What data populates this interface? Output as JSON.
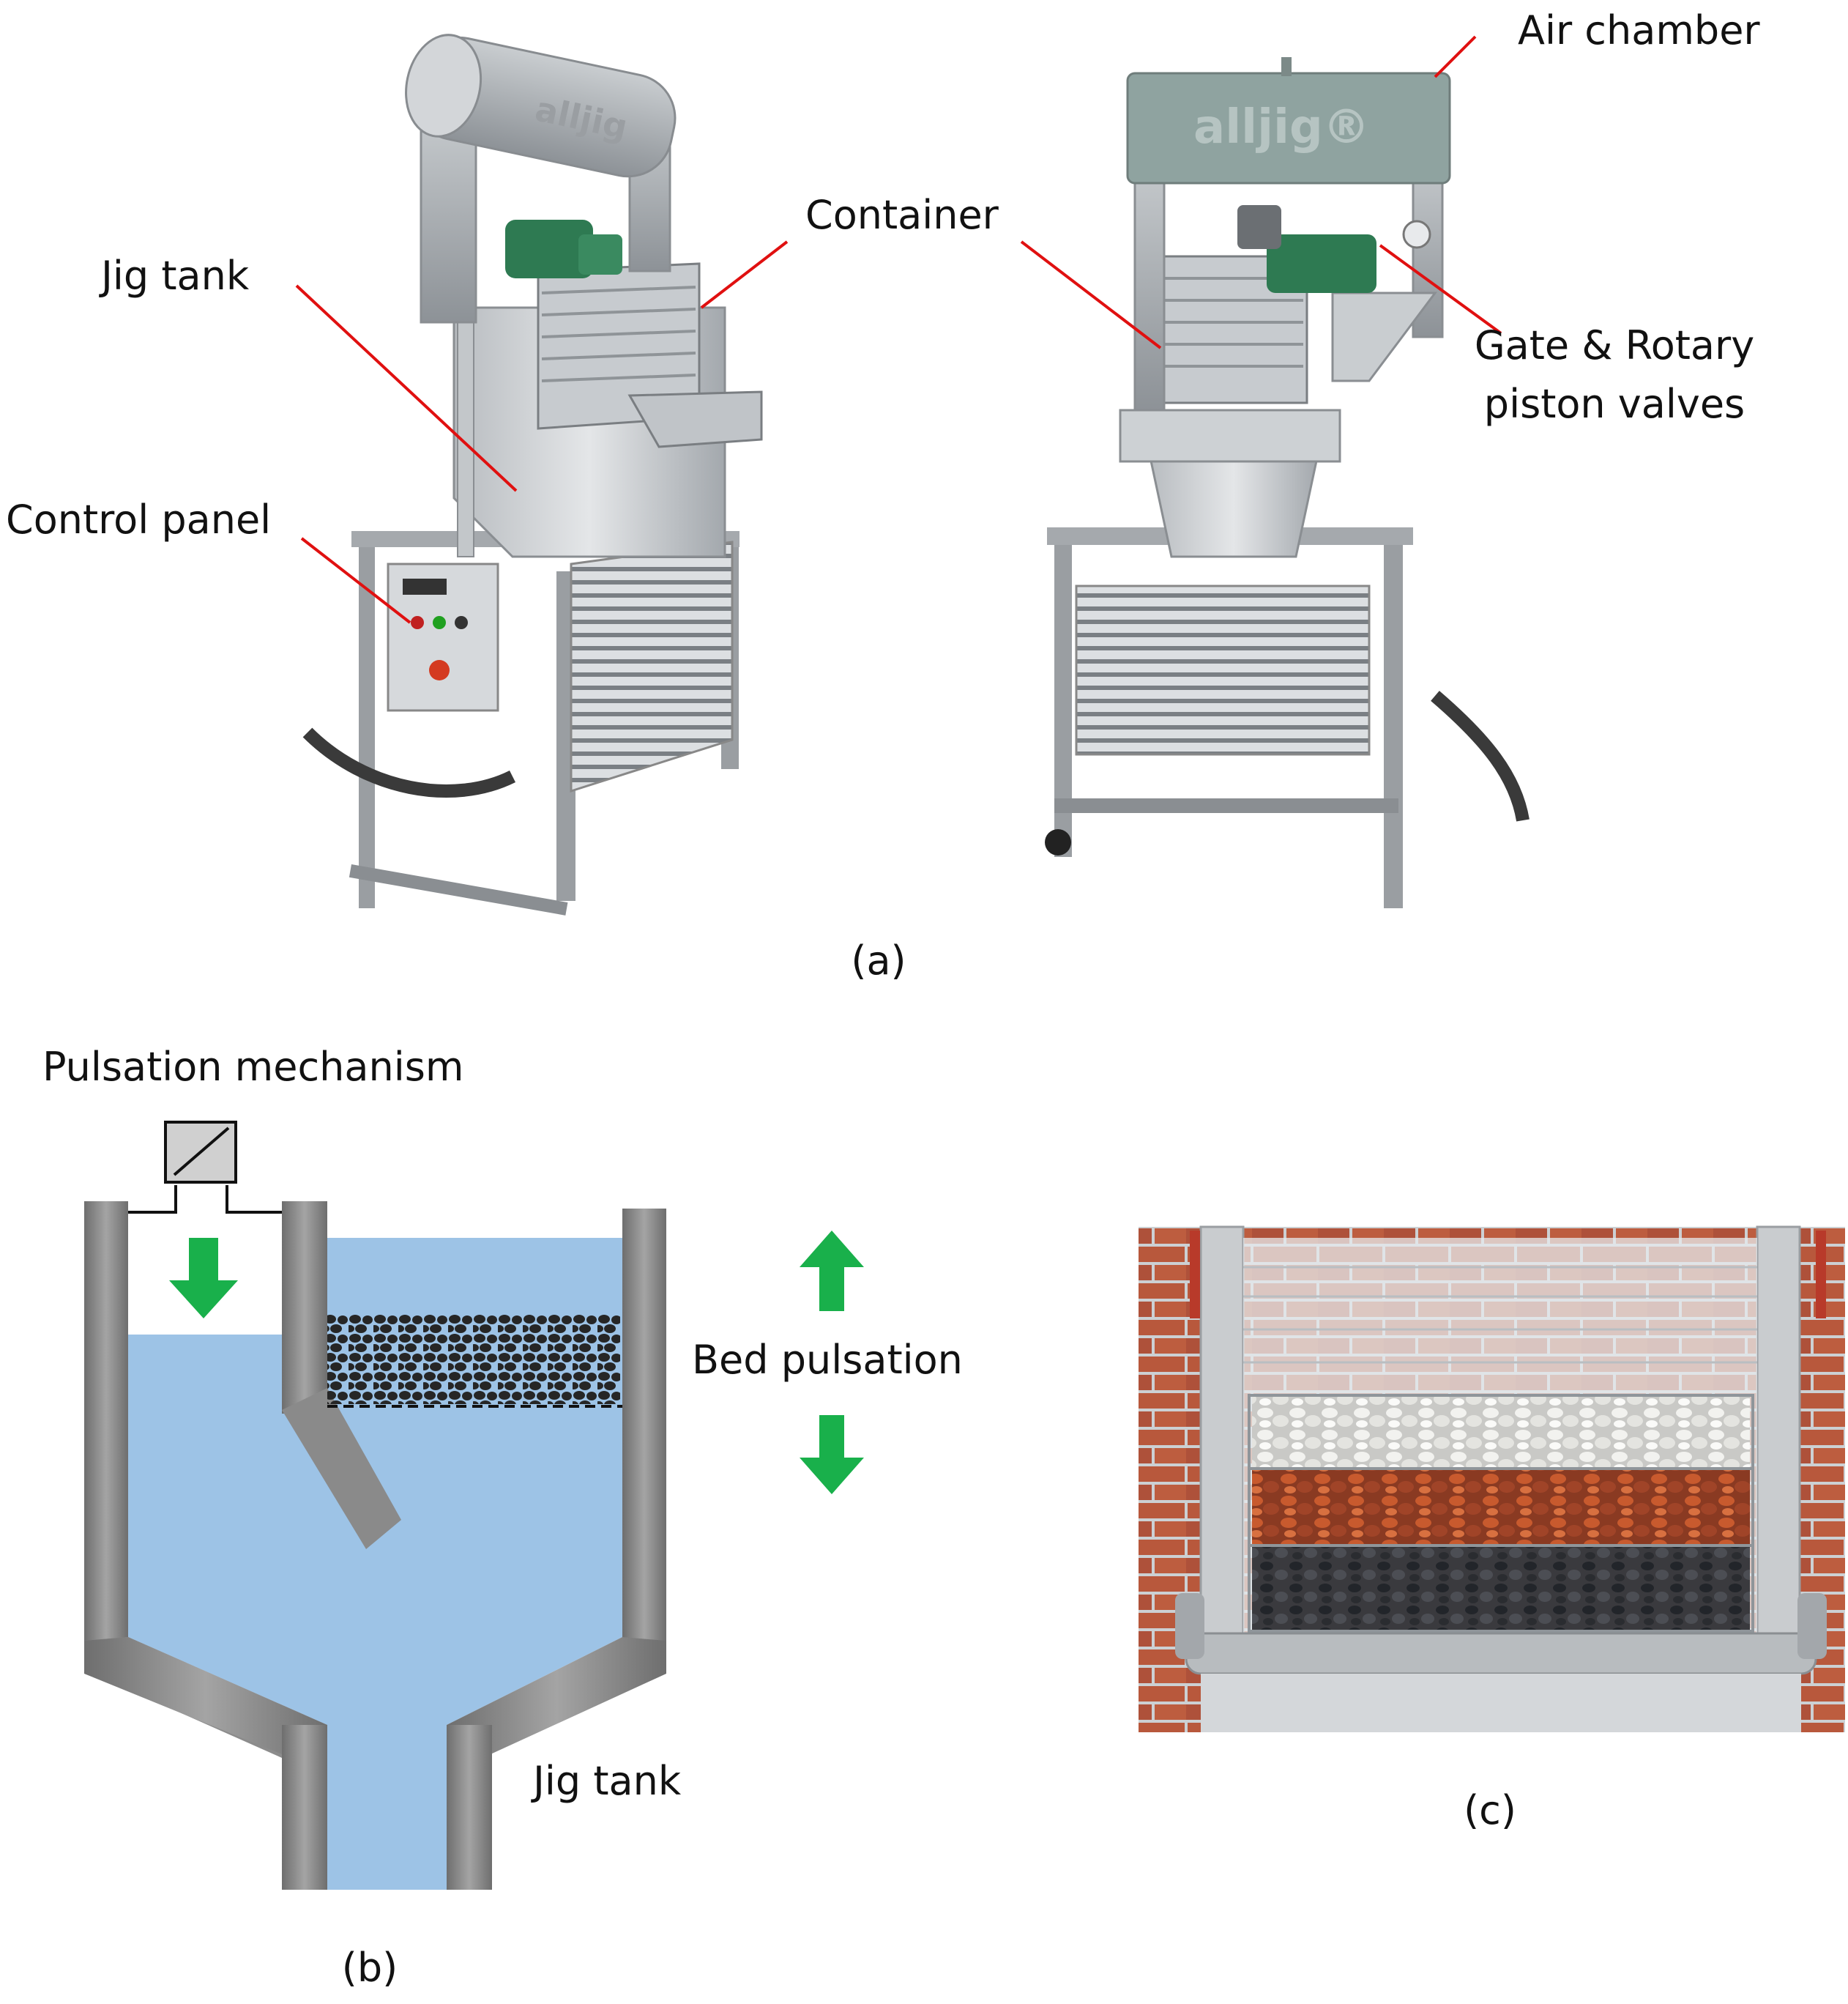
{
  "panel_a": {
    "caption": "(a)",
    "labels": {
      "jig_tank": "Jig tank",
      "control_panel": "Control panel",
      "container": "Container",
      "air_chamber": "Air chamber",
      "valves_line1": "Gate & Rotary",
      "valves_line2": "piston valves"
    },
    "machine_left_brand": "alljig",
    "machine_right_brand": "alljig®"
  },
  "panel_b": {
    "caption": "(b)",
    "labels": {
      "pulsation_mechanism": "Pulsation mechanism",
      "bed_pulsation": "Bed pulsation",
      "jig_tank": "Jig tank"
    }
  },
  "panel_c": {
    "caption": "(c)"
  },
  "colors": {
    "leader_line": "#e01010",
    "water": "#9dc3e6",
    "tank_wall": "#8c8c8c",
    "arrow": "#19b04b",
    "bed_particles": "#262626"
  }
}
